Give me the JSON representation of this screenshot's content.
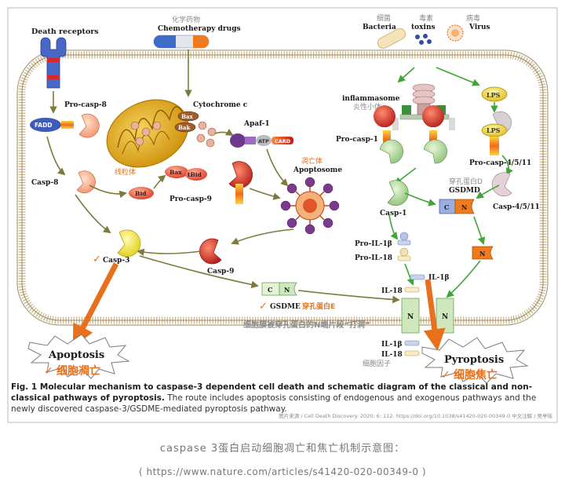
{
  "labels": {
    "death_receptors": "Death receptors",
    "chemo_zh": "化学药物",
    "chemo_en": "Chemotherapy drugs",
    "bacteria_zh": "细菌",
    "bacteria_en": "Bacteria",
    "toxins_zh": "毒素",
    "toxins_en": "toxins",
    "virus_zh": "病毒",
    "virus_en": "Virus",
    "pro_casp8": "Pro-casp-8",
    "fadd": "FADD",
    "cytochrome_c": "Cytochrome c",
    "bax": "Bax",
    "bak": "Bak",
    "mito_zh": "线粒体",
    "apaf1": "Apaf-1",
    "atp": "ATP",
    "card": "CARD",
    "apoptosome_zh": "凋亡体",
    "apoptosome_en": "Apoptosome",
    "inflammasome_en": "inflammasome",
    "inflammasome_zh": "炎性小体",
    "lps": "LPS",
    "pro_casp1": "Pro-casp-1",
    "pro_casp4511": "Pro-casp-4/5/11",
    "casp8": "Casp-8",
    "bid": "Bid",
    "tbid": "tBid",
    "pro_casp9": "Pro-casp-9",
    "gsdmd_zh": "穿孔蛋白D",
    "gsdmd_en": "GSDMD",
    "casp1": "Casp-1",
    "casp4511": "Casp-4/5/11",
    "pro_il1b": "Pro-IL-1β",
    "pro_il18": "Pro-IL-18",
    "casp3": "Casp-3",
    "casp9": "Casp-9",
    "il1b": "IL-1β",
    "il18": "IL-18",
    "gsdme_en": "GSDME",
    "gsdme_zh": "穿孔蛋白E",
    "membrane_note": "细胞膜被穿孔蛋白的N端片段“打洞”",
    "apoptosis_en": "Apoptosis",
    "apoptosis_zh": "细胞凋亡",
    "pyroptosis_en": "Pyroptosis",
    "pyroptosis_zh": "细胞焦亡",
    "cytokines_zh": "细胞因子",
    "c": "C",
    "n": "N",
    "check": "✓"
  },
  "caption": {
    "lead": "Fig. 1 Molecular mechanism to caspase-3 dependent cell death and schematic diagram of the classical and non-classical pathways of pyroptosis.",
    "body": "The route includes apoptosis consisting of endogenous and exogenous pathways and the newly discovered caspase-3/GSDME-mediated pyroptosis pathway.",
    "credit": "图片来源 / Cell Death Discovery. 2020; 6: 112. https://doi.org/10.1038/s41420-020-00349-0   中文注解 / 吴亭瑶"
  },
  "page": {
    "subtitle": "caspase 3蛋白启动细胞凋亡和焦亡机制示意图：",
    "source": "( https://www.nature.com/articles/s41420-020-00349-0 )"
  },
  "colors": {
    "arrow_olive": "#7d7a3e",
    "arrow_green": "#3fa535",
    "arrow_orange": "#e8701d",
    "membrane": "#c9b183",
    "mito": "#e3b40c"
  }
}
